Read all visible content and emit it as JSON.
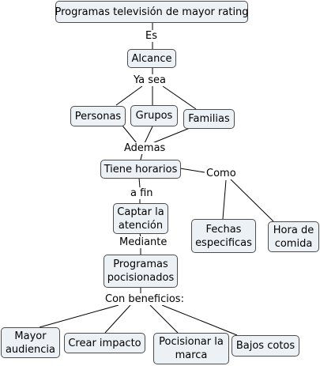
{
  "concept_map": {
    "nodes": {
      "programas_tv": "Programas televisión de mayor rating",
      "alcance": "Alcance",
      "personas": "Personas",
      "grupos": "Grupos",
      "familias": "Familias",
      "tiene_horarios": "Tiene horarios",
      "captar_atencion": "Captar la\natención",
      "fechas_especificas": "Fechas\nespecificas",
      "hora_comida": "Hora de\ncomida",
      "programas_posicionados": "Programas\npocisionados",
      "mayor_audiencia": "Mayor\naudiencia",
      "crear_impacto": "Crear impacto",
      "posicionar_marca": "Pocisionar la\nmarca",
      "bajos_cotos": "Bajos cotos"
    },
    "linking_phrases": {
      "es": "Es",
      "ya_sea": "Ya sea",
      "ademas": "Ademas",
      "como": "Como",
      "a_fin": "a fin",
      "mediante": "Mediante",
      "con_beneficios": "Con beneficios:"
    }
  },
  "colors": {
    "node_fill": "#ecf1f5",
    "node_border": "#4d4d4d",
    "line": "#000000",
    "background": "#ffffff"
  }
}
